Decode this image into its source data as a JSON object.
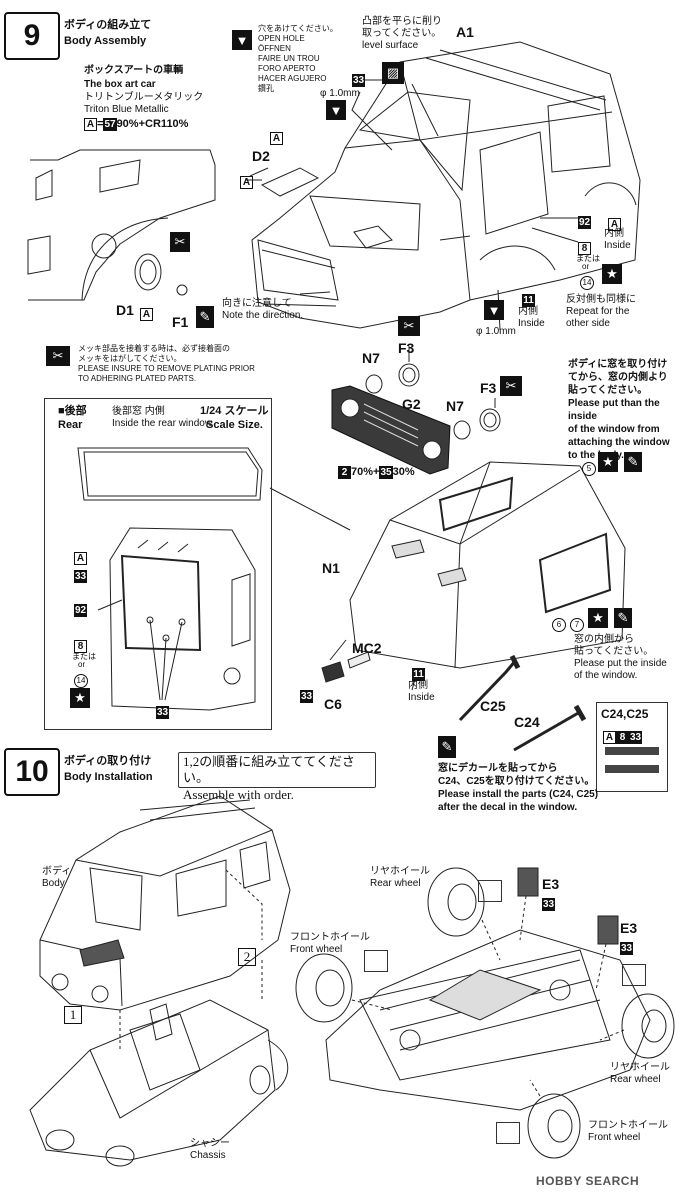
{
  "step9": {
    "number": "9",
    "title_jp": "ボディの組み立て",
    "title_en": "Body Assembly",
    "boxart": {
      "title_jp": "ボックスアートの車輌",
      "title_en": "The box art car",
      "color_jp": "トリトンブルーメタリック",
      "color_en": "Triton Blue Metallic",
      "mix_code": "A",
      "mix_eq": "=",
      "mix_a": "57",
      "mix_a_pct": "90%",
      "mix_plus": "+",
      "mix_b": "CR1",
      "mix_b_pct": "10%"
    },
    "open_hole": {
      "jp": "穴をあけてください。",
      "lines": [
        "OPEN HOLE",
        "ÖFFNEN",
        "FAIRE UN TROU",
        "FORO APERTO",
        "HACER AGUJERO",
        "鑽孔"
      ]
    },
    "level_surface": {
      "jp1": "凸部を平らに削り",
      "jp2": "取ってください。",
      "en": "level surface"
    },
    "phi_top": "φ 1.0mm",
    "phi_bottom": "φ 1.0mm",
    "direction": {
      "jp": "向きに注意して",
      "en": "Note the direction."
    },
    "plating": {
      "jp1": "メッキ部品を接着する時は、必ず接着面の",
      "jp2": "メッキをはがしてください。",
      "en1": "PLEASE INSURE TO REMOVE PLATING PRIOR",
      "en2": "TO ADHERING PLATED PARTS."
    },
    "repeat": {
      "jp": "反対側も同様に",
      "en1": "Repeat for the",
      "en2": "other side"
    },
    "inside_jp": "内側",
    "inside_en": "Inside",
    "or_jp": "または",
    "or_en": "or",
    "window_body": {
      "jp1": "ボディに窓を取り付け",
      "jp2": "てから、窓の内側より",
      "jp3": "貼ってください。",
      "en1": "Please put than the inside",
      "en2": "of the window from",
      "en3": "attaching the window",
      "en4": "to the body."
    },
    "window_inside": {
      "jp": "窓の内側から",
      "jp2": "貼ってください。",
      "en1": "Please put the inside",
      "en2": "of the window."
    },
    "grille_mix": {
      "a": "2",
      "a_pct": "70%",
      "plus": "+",
      "b": "35",
      "b_pct": "30%"
    },
    "rear": {
      "title_jp": "■後部",
      "title_en": "Rear",
      "window_jp": "後部窓 内側",
      "window_en": "Inside the rear window",
      "scale_jp": "1/24 スケール",
      "scale_en": "Scale Size."
    },
    "parts": {
      "A1": "A1",
      "D2": "D2",
      "D1": "D1",
      "F1": "F1",
      "F3": "F3",
      "F3b": "F3",
      "N7": "N7",
      "N7b": "N7",
      "G2": "G2",
      "N1": "N1",
      "MC2": "MC2",
      "C6": "C6",
      "C25": "C25",
      "C24": "C24",
      "C24C25": "C24,C25"
    },
    "codes": {
      "A": "A",
      "c33": "33",
      "c92": "92",
      "c8": "8",
      "c11": "11",
      "c5": "5",
      "c6": "6",
      "c7": "7",
      "c14": "14"
    },
    "decal_note": {
      "jp1": "窓にデカールを貼ってから",
      "jp2": "C24、C25を取り付けてください。",
      "en1": "Please install the parts (C24, C25)",
      "en2": "after the decal in the window."
    }
  },
  "step10": {
    "number": "10",
    "title_jp": "ボディの取り付け",
    "title_en": "Body Installation",
    "order_jp": "1,2の順番に組み立ててください。",
    "order_en": "Assemble with order.",
    "body_jp": "ボディ",
    "body_en": "Body",
    "chassis_jp": "シャシー",
    "chassis_en": "Chassis",
    "rear_wheel_jp": "リヤホイール",
    "rear_wheel_en": "Rear wheel",
    "front_wheel_jp": "フロントホイール",
    "front_wheel_en": "Front wheel",
    "order1": "1",
    "order2": "2",
    "E3": "E3",
    "E3b": "E3",
    "c33": "33"
  },
  "footer": {
    "watermark": "HOBBY SEARCH"
  }
}
